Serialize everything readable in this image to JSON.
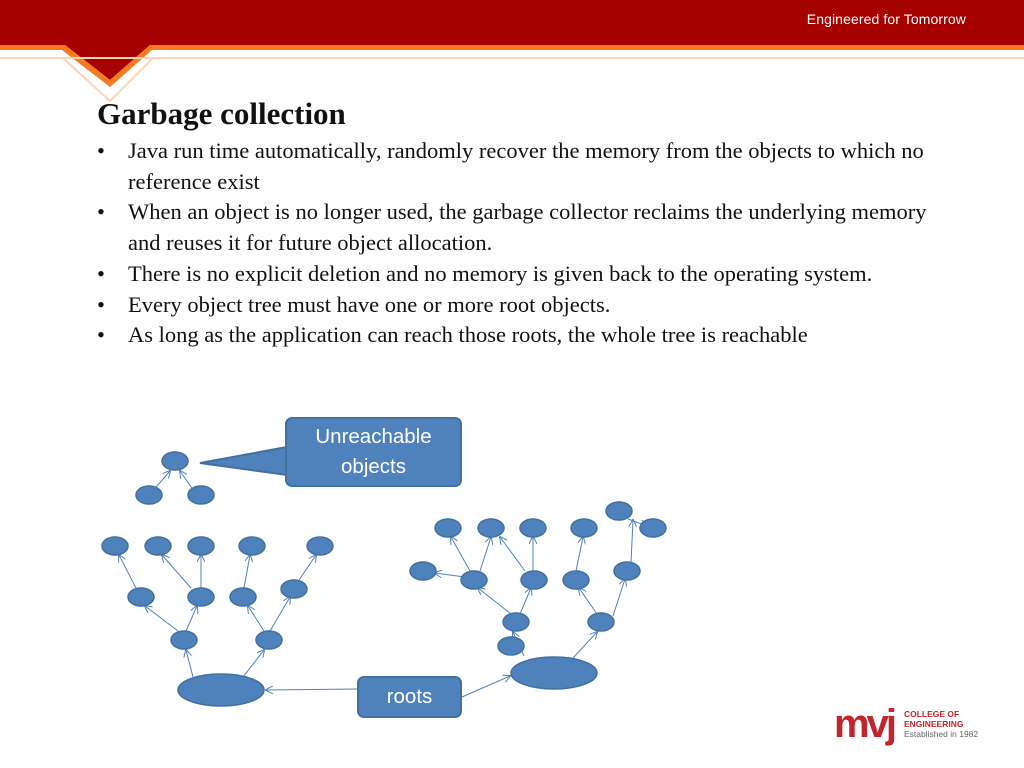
{
  "header": {
    "tagline": "Engineered for Tomorrow"
  },
  "slide": {
    "title": "Garbage collection",
    "bullets": [
      " Java run time  automatically, randomly recover the memory from the objects to which no reference exist",
      "When an object is no longer used, the garbage collector reclaims the underlying memory and reuses it for future object allocation.",
      "There is no explicit deletion and no memory is given back to the operating system.",
      "Every object tree must have one or more root objects.",
      "As long as the application can reach those roots, the whole tree is reachable"
    ]
  },
  "diagram": {
    "unreachable_label": "Unreachable objects",
    "roots_label": "roots"
  },
  "logo": {
    "mark": "mvj",
    "line1": "COLLEGE OF",
    "line2": "ENGINEERING",
    "line3": "Established in 1982"
  },
  "colors": {
    "banner_red": "#a60000",
    "banner_orange": "#f47b20",
    "node_fill": "#4f81bd",
    "node_stroke": "#41719c",
    "edge": "#4f81bd"
  }
}
